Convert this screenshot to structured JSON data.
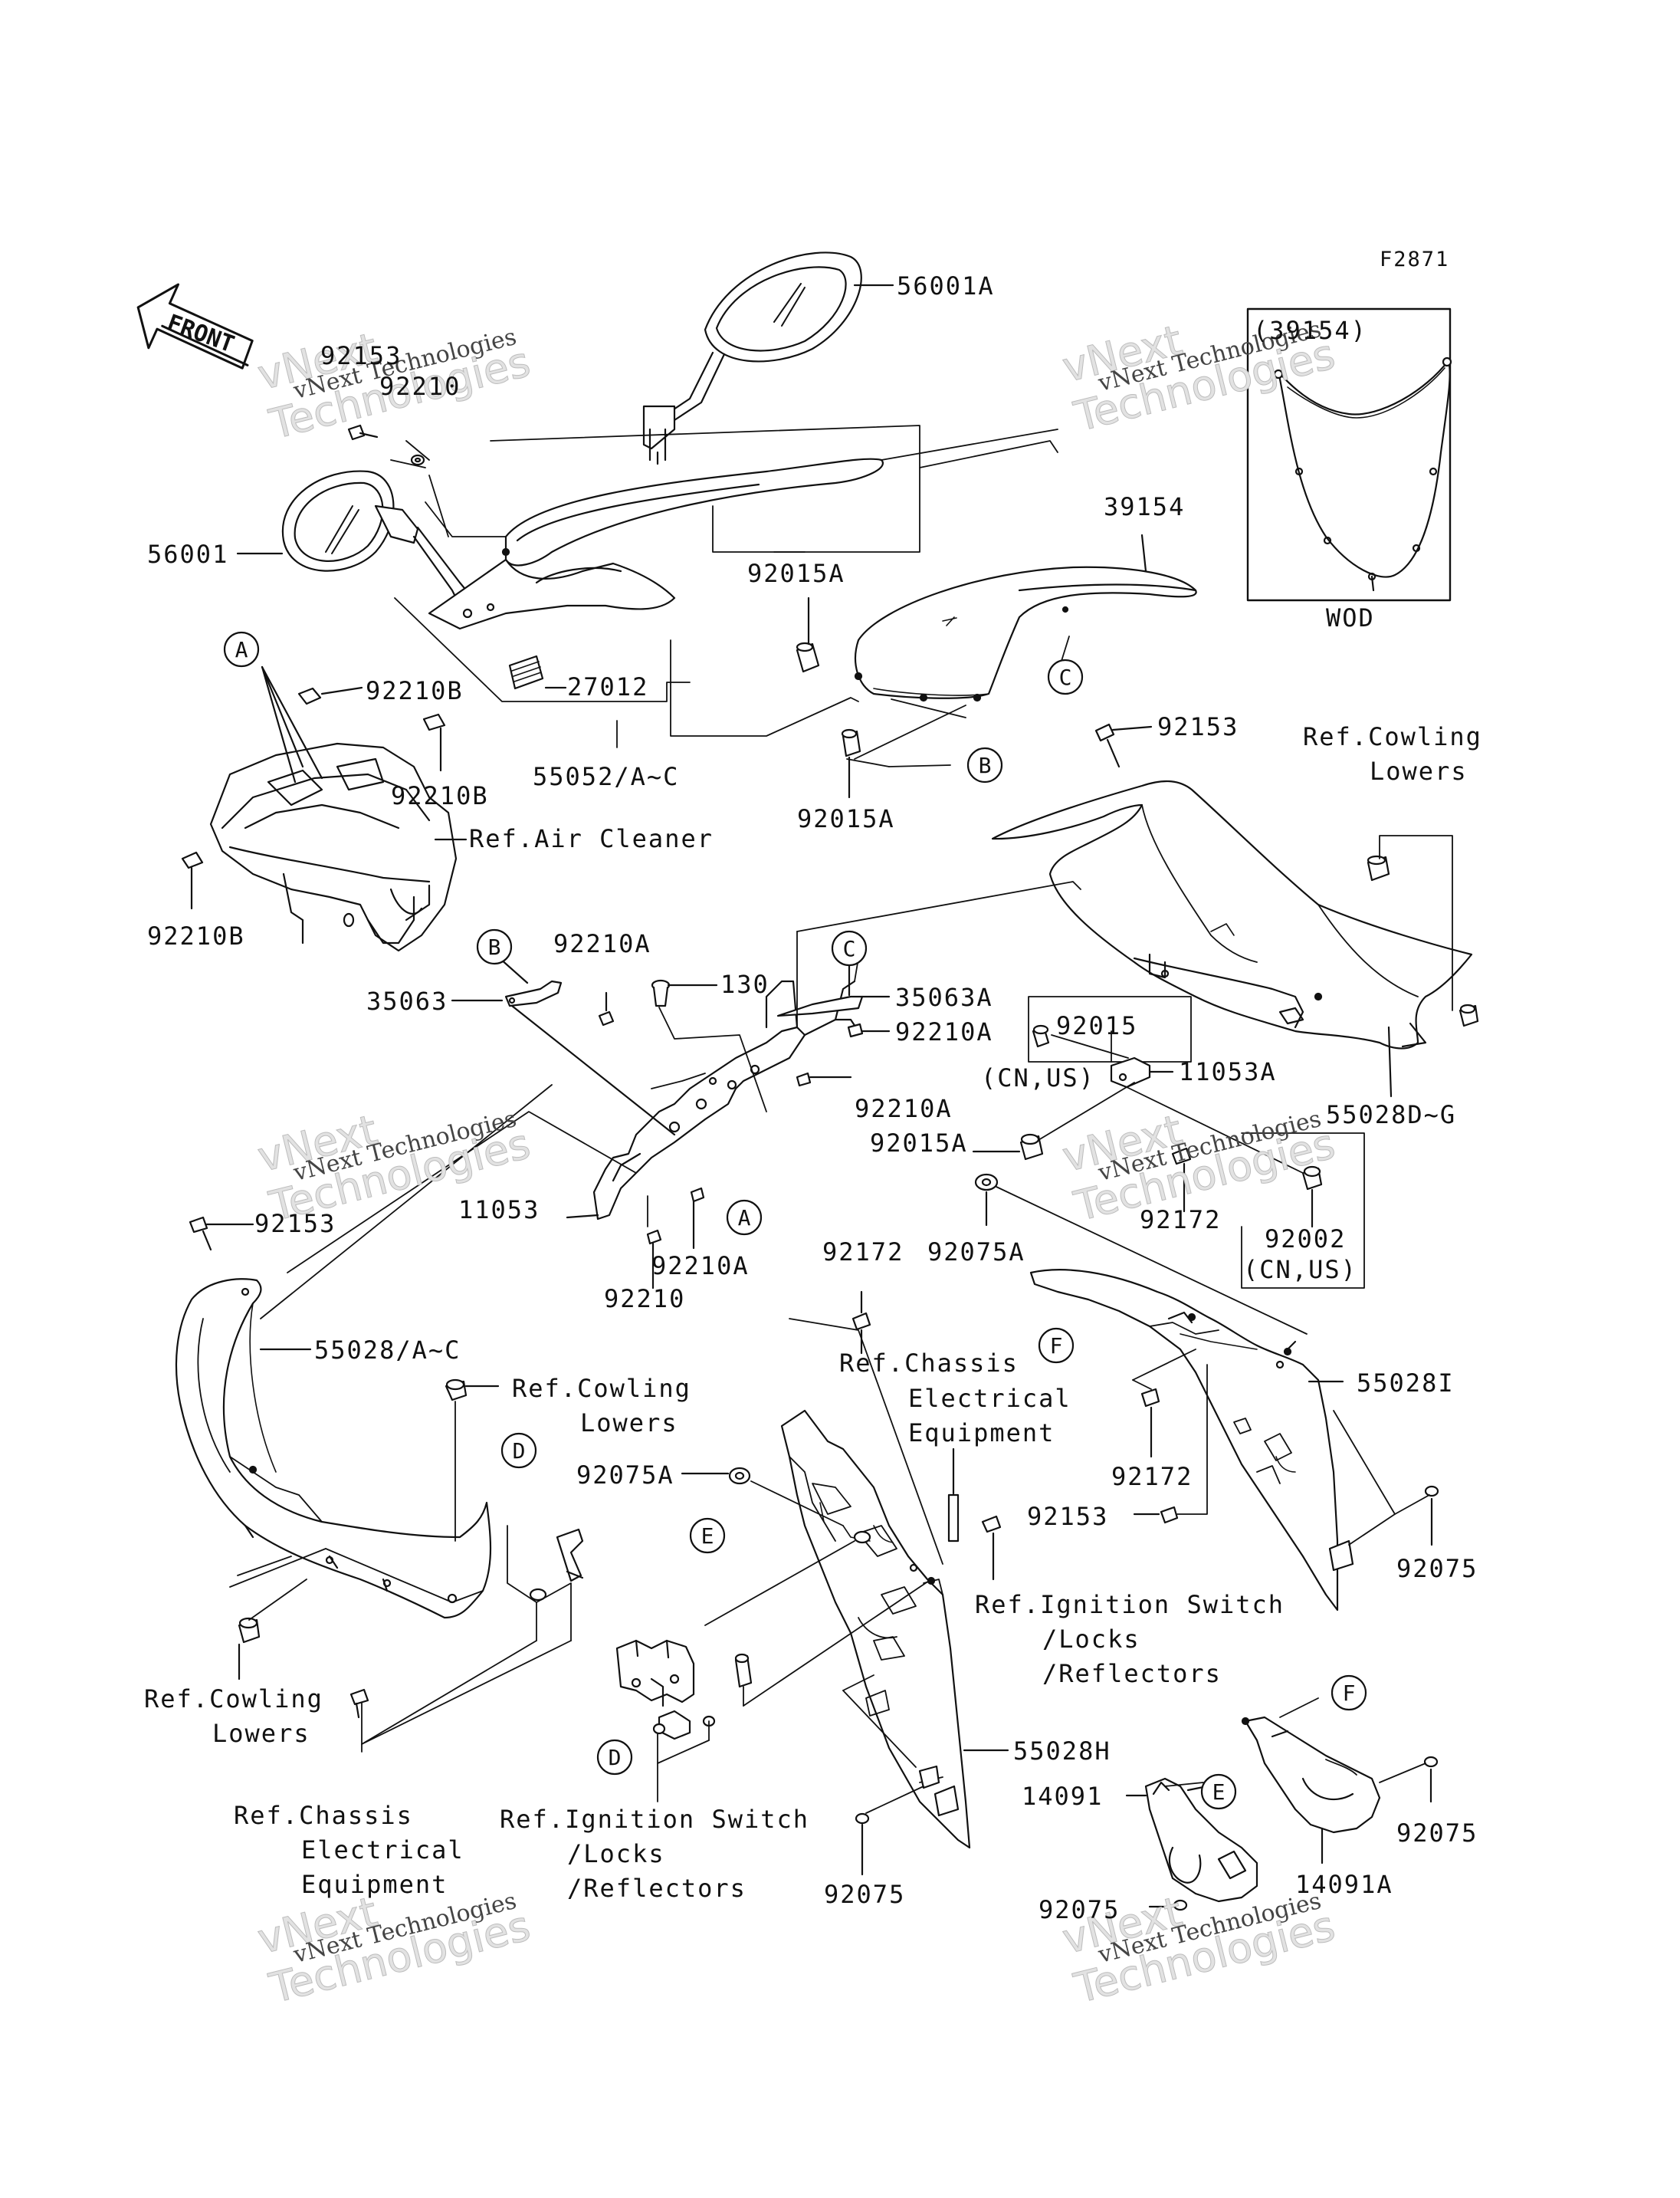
{
  "figure_code": "F2871",
  "front_arrow_label": "FRONT",
  "watermark": {
    "line1": "vNext",
    "line2": "vNext Technologies",
    "line3": "Technologies"
  },
  "callouts": {
    "A": "A",
    "B": "B",
    "C": "C",
    "D": "D",
    "E": "E",
    "F": "F"
  },
  "parts": {
    "p56001A": "56001A",
    "p56001": "56001",
    "p92153_top": "92153",
    "p92210_top": "92210",
    "p39154_box": "(39154)",
    "wod": "WOD",
    "p39154": "39154",
    "p92015A_1": "92015A",
    "p92015A_2": "92015A",
    "p27012": "27012",
    "p92210B_1": "92210B",
    "p92210B_2": "92210B",
    "p92210B_3": "92210B",
    "p55052": "55052/A~C",
    "ref_air_cleaner": "Ref.Air Cleaner",
    "p92153_r": "92153",
    "ref_cowling_lowers_r1": "Ref.Cowling",
    "ref_cowling_lowers_r2": "Lowers",
    "p92210A_1": "92210A",
    "p35063": "35063",
    "p130": "130",
    "p35063A": "35063A",
    "p92210A_2": "92210A",
    "p92015": "92015",
    "cn_us_1": "(CN,US)",
    "p11053A": "11053A",
    "p55028DG": "55028D~G",
    "p92210A_3": "92210A",
    "p92015A_3": "92015A",
    "p11053": "11053",
    "p92210A_4": "92210A",
    "p92210": "92210",
    "p92172_1": "92172",
    "p92002": "92002",
    "cn_us_2": "(CN,US)",
    "p92153_l": "92153",
    "p92075A_1": "92075A",
    "p92172_2": "92172",
    "ref_chassis_1": "Ref.Chassis",
    "ref_chassis_2": "Electrical",
    "ref_chassis_3": "Equipment",
    "p55028AC": "55028/A~C",
    "ref_cowling_lowers_m1": "Ref.Cowling",
    "ref_cowling_lowers_m2": "Lowers",
    "p55028I": "55028I",
    "p92075A_2": "92075A",
    "p92172_3": "92172",
    "p92153_b": "92153",
    "p92075_1": "92075",
    "ref_ignition_r1": "Ref.Ignition Switch",
    "ref_ignition_r2": "/Locks",
    "ref_ignition_r3": "/Reflectors",
    "ref_cowling_lowers_l1": "Ref.Cowling",
    "ref_cowling_lowers_l2": "Lowers",
    "p55028H": "55028H",
    "ref_chassis_b1": "Ref.Chassis",
    "ref_chassis_b2": "Electrical",
    "ref_chassis_b3": "Equipment",
    "ref_ignition_b1": "Ref.Ignition Switch",
    "ref_ignition_b2": "/Locks",
    "ref_ignition_b3": "/Reflectors",
    "p14091": "14091",
    "p92075_2": "92075",
    "p92075_3": "92075",
    "p92075_4": "92075",
    "p14091A": "14091A"
  }
}
